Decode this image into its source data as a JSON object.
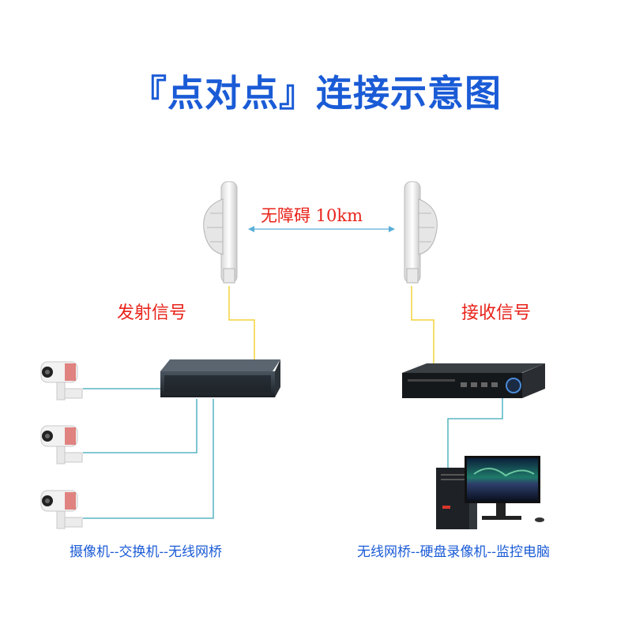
{
  "title": "『点对点』连接示意图",
  "link": {
    "distance_label": "无障碍 10km"
  },
  "labels": {
    "transmit": "发射信号",
    "receive": "接收信号"
  },
  "captions": {
    "left": "摄像机--交换机--无线网桥",
    "right": "无线网桥--硬盘录像机--监控电脑"
  },
  "colors": {
    "title": "#1a5bd6",
    "labels": "#e8231a",
    "signal_wire": "#f2d23a",
    "network_wire": "#3aa8b8",
    "link_arrow": "#5aaed8"
  },
  "icons": [
    "wireless-bridge-icon",
    "poe-switch-icon",
    "camera-icon",
    "nvr-icon",
    "monitor-icon",
    "pc-tower-icon"
  ]
}
